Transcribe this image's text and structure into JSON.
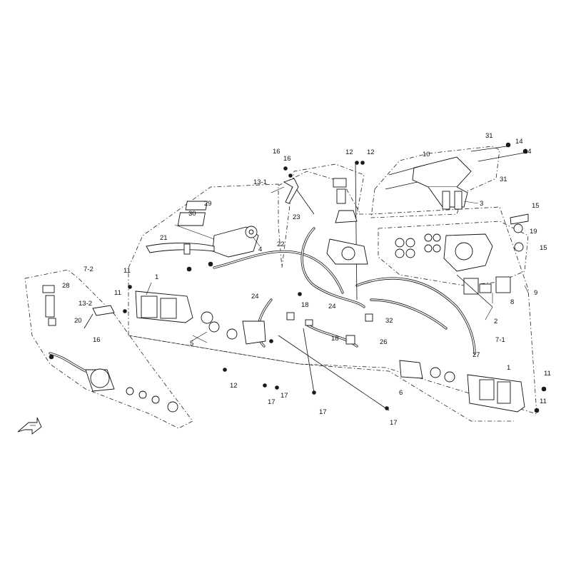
{
  "diagram": {
    "callouts": [
      "31",
      "14",
      "14",
      "31",
      "10",
      "3",
      "16",
      "16",
      "13-1",
      "12",
      "12",
      "29",
      "30",
      "21",
      "4",
      "23",
      "22",
      "15",
      "19",
      "15",
      "9",
      "8",
      "2",
      "7-1",
      "27",
      "11",
      "1",
      "24",
      "24",
      "18",
      "32",
      "7-2",
      "28",
      "11",
      "13-2",
      "20",
      "16",
      "5",
      "12",
      "17",
      "17",
      "17",
      "17",
      "17",
      "18",
      "26",
      "6",
      "1",
      "11",
      "11"
    ]
  }
}
